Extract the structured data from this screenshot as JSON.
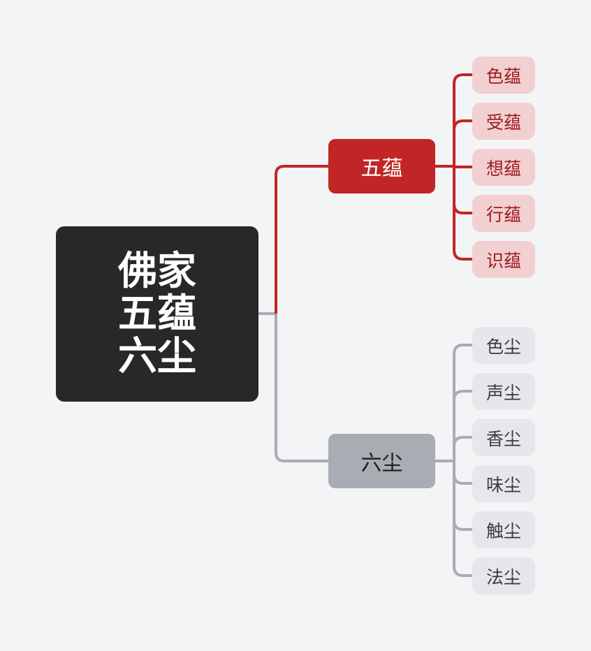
{
  "root": {
    "lines": [
      "佛家",
      "五蕴",
      "六尘"
    ]
  },
  "branches": [
    {
      "label": "五蕴",
      "color": "#c12526",
      "children": [
        "色蕴",
        "受蕴",
        "想蕴",
        "行蕴",
        "识蕴"
      ]
    },
    {
      "label": "六尘",
      "color": "#a9acb2",
      "children": [
        "色尘",
        "声尘",
        "香尘",
        "味尘",
        "触尘",
        "法尘"
      ]
    }
  ]
}
